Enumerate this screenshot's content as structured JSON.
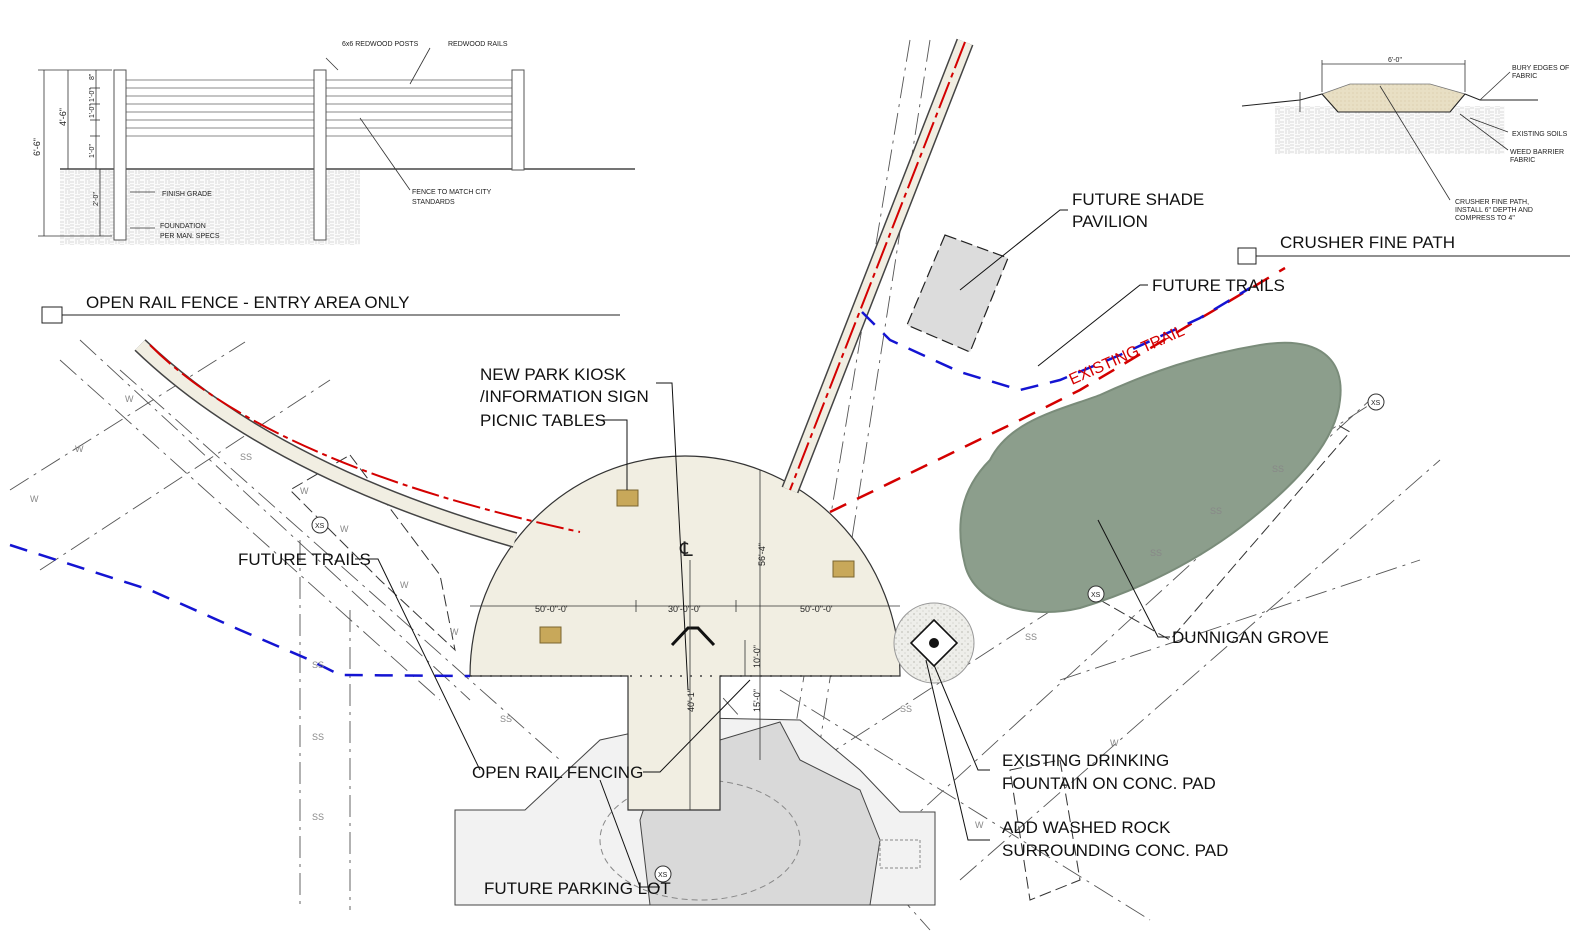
{
  "fence_detail": {
    "title": "OPEN RAIL FENCE - ENTRY AREA ONLY",
    "notes": {
      "posts": "6x6 REDWOOD POSTS",
      "rails": "REDWOOD RAILS",
      "grade": "FINISH GRADE",
      "foundation_1": "FOUNDATION",
      "foundation_2": "PER MAN. SPECS",
      "match_1": "FENCE TO MATCH CITY",
      "match_2": "STANDARDS"
    },
    "dims": {
      "overall": "6'-6\"",
      "above": "4'-6\"",
      "below": "2'-0\"",
      "rail_1": "8\"",
      "rail_2": "1'-0\"",
      "rail_3": "1'-0\"",
      "rail_4": "1'-0\""
    }
  },
  "path_detail": {
    "title": "CRUSHER FINE PATH",
    "width": "6'-0\"",
    "notes": {
      "bury_1": "BURY EDGES OF",
      "bury_2": "FABRIC",
      "soils": "EXISTING SOILS",
      "weed_1": "WEED BARRIER",
      "weed_2": "FABRIC",
      "crusher_1": "CRUSHER FINE PATH,",
      "crusher_2": "INSTALL 6\" DEPTH AND",
      "crusher_3": "COMPRESS TO 4\""
    }
  },
  "plan": {
    "labels": {
      "pavilion_1": "FUTURE SHADE",
      "pavilion_2": "PAVILION",
      "trails_right": "FUTURE TRAILS",
      "existing_trail": "EXISTING TRAIL",
      "kiosk_1": "NEW PARK KIOSK",
      "kiosk_2": "/INFORMATION SIGN",
      "picnic": "PICNIC TABLES",
      "trails_left": "FUTURE TRAILS",
      "grove": "DUNNIGAN GROVE",
      "fencing": "OPEN RAIL FENCING",
      "fountain_1": "EXISTING DRINKING",
      "fountain_2": "FOUNTAIN ON CONC. PAD",
      "rock_1": "ADD WASHED ROCK",
      "rock_2": "SURROUNDING CONC. PAD",
      "parking": "FUTURE PARKING LOT"
    },
    "dims": {
      "left": "50'-0\"-0'",
      "mid": "30'-0\"-0'",
      "right": "50'-0\"-0'",
      "height": "56'-4\"",
      "stem": "40'-1\"",
      "ten": "10'-0\"",
      "fifteen": "15'-0\""
    },
    "centerline": "℄",
    "utility": {
      "water": "W",
      "sewer": "SS",
      "valve": "XS"
    }
  },
  "colors": {
    "plaza": "#f1eee2",
    "grove": "#8c9e8c",
    "pavilion": "#dcdcdc",
    "trail_red": "#d40000",
    "trail_blue": "#1414d2",
    "table": "#c8a85a",
    "parking": "#d9d9d9"
  }
}
